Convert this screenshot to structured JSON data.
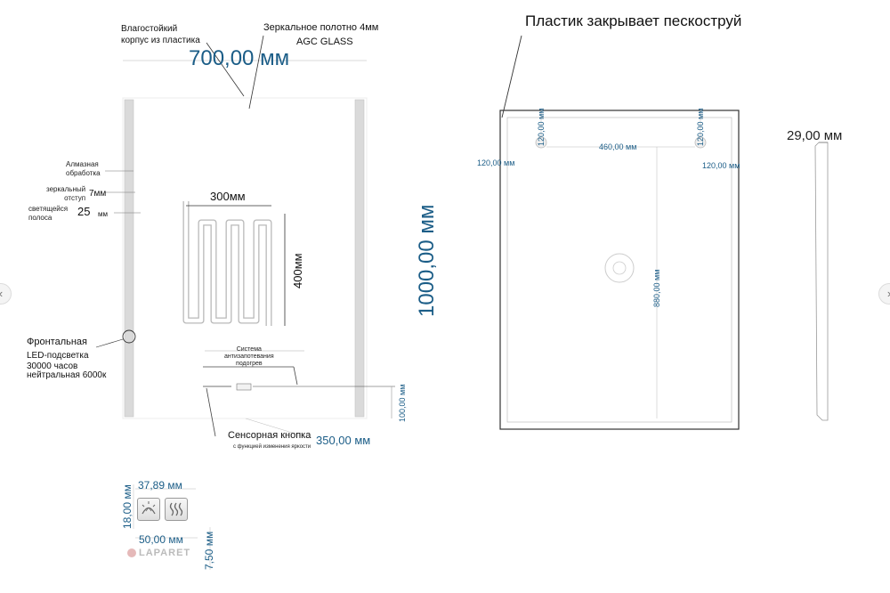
{
  "front": {
    "housing_label": "Влагостойкий\nкорпус из пластика",
    "glass_label": "Зеркальное  полотно 4мм",
    "glass_type": "AGC GLASS",
    "width": "700,00 мм",
    "height": "1000,00 мм",
    "diamond_label": "Алмазная\nобработка",
    "mirror_offset_label": "зеркальный\nотступ",
    "mirror_offset_value": "7мм",
    "strip_label": "светящейся\nполоса",
    "strip_value": "25",
    "strip_unit": "мм",
    "heater_width": "300мм",
    "heater_height": "400мм",
    "led_title": "Фронтальная",
    "led_line2": "LED-подсветка",
    "led_line3": "30000 часов",
    "led_line4": "нейтральная 6000к",
    "antifog_label": "Система\nантизапотевания\nподогрев",
    "sensor_label": "Сенсорная кнопка",
    "sensor_sublabel": "с функцией изменения яркости",
    "button_offset": "350,00 мм",
    "bottom_offset": "100,00 мм"
  },
  "back": {
    "plastic_label": "Пластик закрывает пескоструй",
    "hole_top_left": "120,00 мм",
    "hole_top_right": "120,00 мм",
    "hole_side_left": "120,00 мм",
    "hole_side_right": "120,00 мм",
    "hole_spacing": "460,00 мм",
    "hole_height": "880,00 мм"
  },
  "side": {
    "depth": "29,00 мм"
  },
  "button_detail": {
    "width": "37,89 мм",
    "height": "18,00 мм",
    "total_width": "50,00 мм",
    "depth": "7,50 мм",
    "icon_brightness": "sun-icon",
    "icon_heat": "heat-waves-icon"
  },
  "brand": {
    "logo_text": "LAPARET"
  },
  "nav": {
    "prev": "‹",
    "next": "›"
  },
  "colors": {
    "dimension_blue": "#1b5d87",
    "led_strip": "#d9d9d9"
  }
}
